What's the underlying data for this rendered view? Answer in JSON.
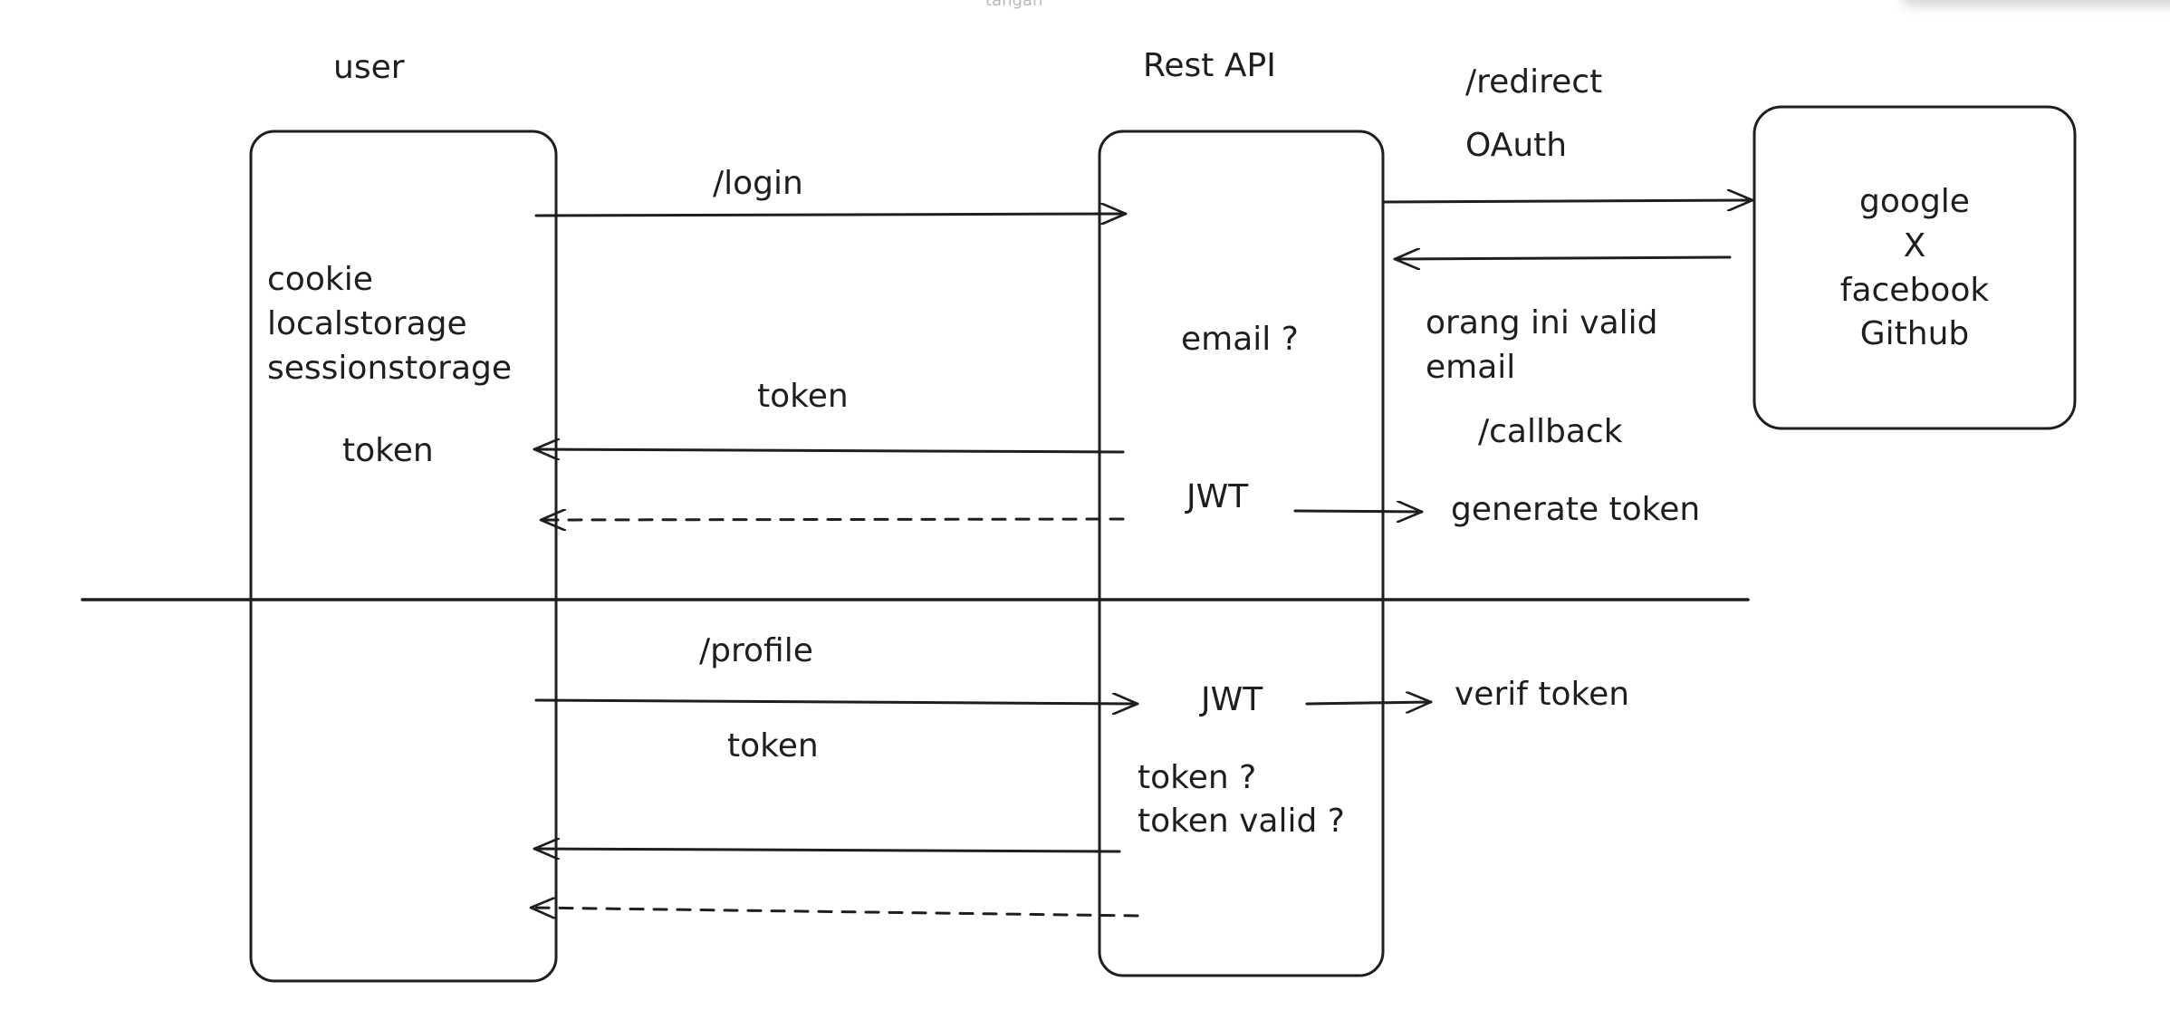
{
  "page": {
    "faint_label": "tangan"
  },
  "lanes": {
    "user": "user",
    "rest_api": "Rest API"
  },
  "providers": {
    "lines": [
      "google",
      "X",
      "facebook",
      "Github"
    ]
  },
  "user_box": {
    "storage_lines": [
      "cookie",
      "localstorage",
      "sessionstorage"
    ],
    "token": "token"
  },
  "login_flow": {
    "login_label": "/login",
    "redirect_label": "/redirect",
    "oauth_label": "OAuth",
    "email_check": "email ?",
    "valid_email_lines": [
      "orang ini valid",
      "email"
    ],
    "callback_label": "/callback",
    "token_label": "token",
    "jwt_label": "JWT",
    "generate_label": "generate token"
  },
  "profile_flow": {
    "profile_label": "/profile",
    "token_label": "token",
    "jwt_label": "JWT",
    "verif_label": "verif token",
    "checks": [
      "token ?",
      "token valid ?"
    ]
  },
  "colors": {
    "stroke": "#1e1e1e",
    "faint": "#b8b8b8"
  }
}
